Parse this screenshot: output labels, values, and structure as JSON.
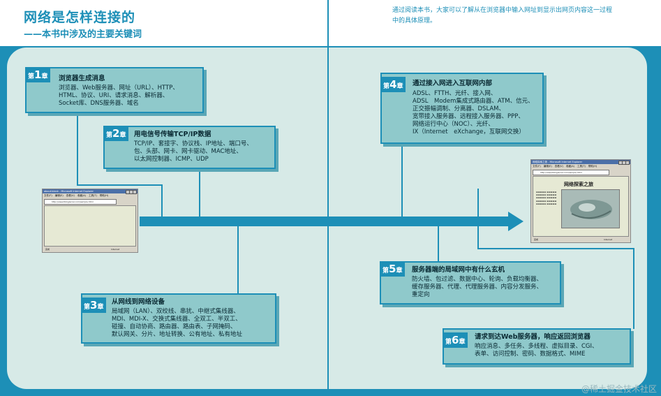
{
  "header": {
    "title": "网络是怎样连接的",
    "subtitle": "——本书中涉及的主要关键词",
    "description": "通过阅读本书，大家可以了解从在浏览器中输入网址到显示出网页内容这一过程中的具体原理。"
  },
  "chapters": [
    {
      "badge_prefix": "第",
      "number": "1",
      "badge_suffix": "章",
      "title": "浏览器生成消息",
      "lines": [
        "浏览器、Web服务器、网址（URL）、HTTP、",
        "HTML、协议、URI、请求消息、解析器、",
        "Socket库、DNS服务器、域名"
      ]
    },
    {
      "badge_prefix": "第",
      "number": "2",
      "badge_suffix": "章",
      "title": "用电信号传输TCP/IP数据",
      "lines": [
        "TCP/IP、套接字、协议栈、IP地址、端口号、",
        "包、头部、网卡、网卡驱动、MAC地址、",
        "以太网控制器、ICMP、UDP"
      ]
    },
    {
      "badge_prefix": "第",
      "number": "3",
      "badge_suffix": "章",
      "title": "从网线到网络设备",
      "lines": [
        "局域网（LAN）、双绞线、串扰、中继式集线器、",
        "MDI、MDI-X、交换式集线器、全双工、半双工、",
        "碰撞、自动协商、路由器、路由表、子网掩码、",
        "默认网关、分片、地址转换、公有地址、私有地址"
      ]
    },
    {
      "badge_prefix": "第",
      "number": "4",
      "badge_suffix": "章",
      "title": "通过接入网进入互联网内部",
      "lines": [
        "ADSL、FTTH、光纤、接入网、",
        "ADSL　Modem集成式路由器、ATM、信元、",
        "正交振幅调制、分离器、DSLAM、",
        "宽带接入服务器、远程接入服务器、PPP、",
        "网络运行中心（NOC）、光纤、",
        "IX（Internet　eXchange，互联网交换）"
      ]
    },
    {
      "badge_prefix": "第",
      "number": "5",
      "badge_suffix": "章",
      "title": "服务器端的局域网中有什么玄机",
      "lines": [
        "防火墙、包过滤、数据中心、轮询、负载均衡器、",
        "缓存服务器、代理、代理服务器、内容分发服务、",
        "重定向"
      ]
    },
    {
      "badge_prefix": "第",
      "number": "6",
      "badge_suffix": "章",
      "title": "请求到达Web服务器，响应返回浏览器",
      "lines": [
        "响应消息、多任务、多线程、虚拟目录、CGI、",
        "表单、访问控制、密码、数据格式、MIME"
      ]
    }
  ],
  "browser_left": {
    "title": "about:blank - Microsoft Internet Explorer",
    "menu": [
      "文件(F)",
      "编辑(E)",
      "查看(V)",
      "收藏(A)",
      "工具(T)",
      "帮助(H)"
    ],
    "address": "http://www.tkbiglacial.com/sample.html",
    "status_left": "完成",
    "status_right": "Internet"
  },
  "browser_right": {
    "title": "网络探索之旅 - Microsoft Internet Explorer",
    "menu": [
      "文件(F)",
      "编辑(E)",
      "查看(V)",
      "收藏(A)",
      "工具(T)",
      "帮助(H)"
    ],
    "address": "http://www.tkbiglacial.com/sample.html",
    "page_heading": "网络探索之旅",
    "status_left": "完成",
    "status_right": "Internet"
  },
  "watermark": "@稀土掘金技术社区",
  "colors": {
    "accent": "#1d8fb7",
    "box": "#8fc9cb",
    "panel": "#d7eae7"
  }
}
